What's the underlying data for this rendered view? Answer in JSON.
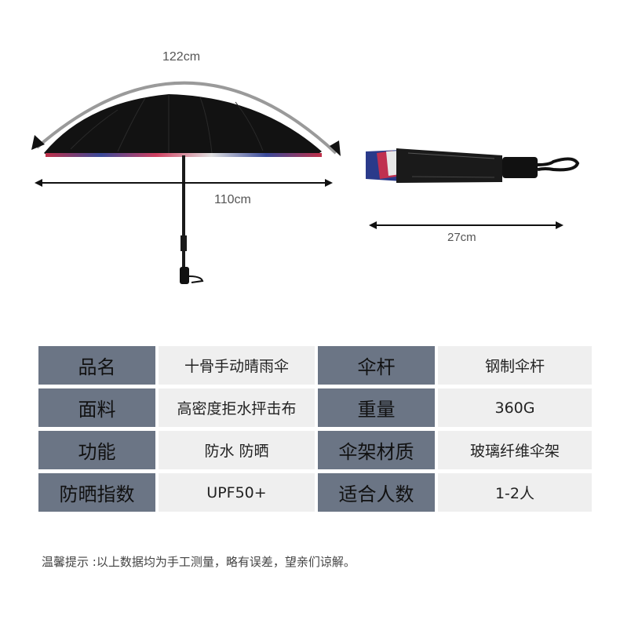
{
  "dimensions": {
    "arc_length": "122cm",
    "open_width": "110cm",
    "folded_length": "27cm"
  },
  "specs": {
    "rows": [
      {
        "k1": "品名",
        "v1": "十骨手动晴雨伞",
        "k2": "伞杆",
        "v2": "钢制伞杆"
      },
      {
        "k1": "面料",
        "v1": "高密度拒水抨击布",
        "k2": "重量",
        "v2": "360G"
      },
      {
        "k1": "功能",
        "v1": "防水 防晒",
        "k2": "伞架材质",
        "v2": "玻璃纤维伞架"
      },
      {
        "k1": "防晒指数",
        "v1": "UPF50+",
        "k2": "适合人数",
        "v2": "1-2人"
      }
    ]
  },
  "note": "温馨提示 :以上数据均为手工测量，略有误差，望亲们谅解。",
  "colors": {
    "key_cell_bg": "#6b7585",
    "value_cell_bg": "#efefef",
    "canopy": "#111111",
    "arrow_arc": "#9a9a9a"
  }
}
